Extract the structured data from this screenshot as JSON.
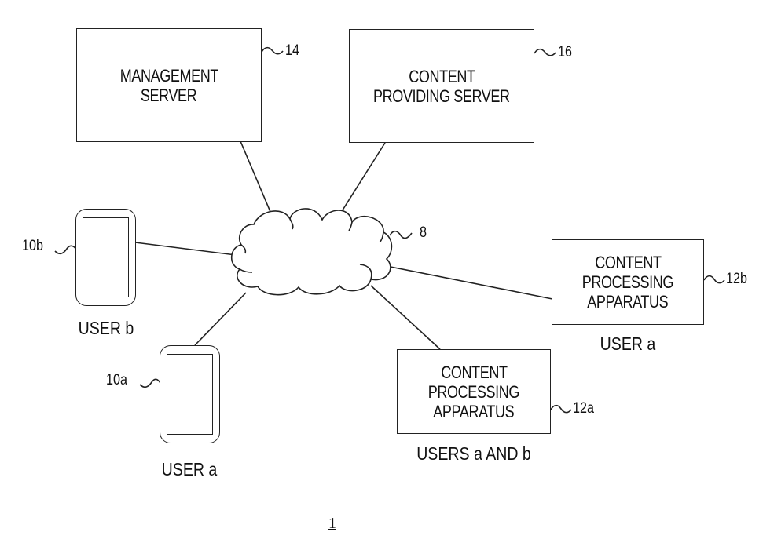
{
  "figure": {
    "number": "1",
    "nodes": {
      "management_server": {
        "label_lines": [
          "MANAGEMENT",
          "SERVER"
        ],
        "ref": "14"
      },
      "content_providing_server": {
        "label_lines": [
          "CONTENT",
          "PROVIDING SERVER"
        ],
        "ref": "16"
      },
      "network": {
        "ref": "8"
      },
      "terminal_b": {
        "ref": "10b",
        "caption": "USER b"
      },
      "terminal_a": {
        "ref": "10a",
        "caption": "USER a"
      },
      "content_processing_apparatus_b": {
        "label_lines": [
          "CONTENT",
          "PROCESSING",
          "APPARATUS"
        ],
        "ref": "12b",
        "caption": "USER a"
      },
      "content_processing_apparatus_a": {
        "label_lines": [
          "CONTENT",
          "PROCESSING",
          "APPARATUS"
        ],
        "ref": "12a",
        "caption": "USERS a AND b"
      }
    },
    "connections": [
      [
        "management_server",
        "network"
      ],
      [
        "content_providing_server",
        "network"
      ],
      [
        "terminal_b",
        "network"
      ],
      [
        "terminal_a",
        "network"
      ],
      [
        "content_processing_apparatus_b",
        "network"
      ],
      [
        "content_processing_apparatus_a",
        "network"
      ]
    ]
  }
}
